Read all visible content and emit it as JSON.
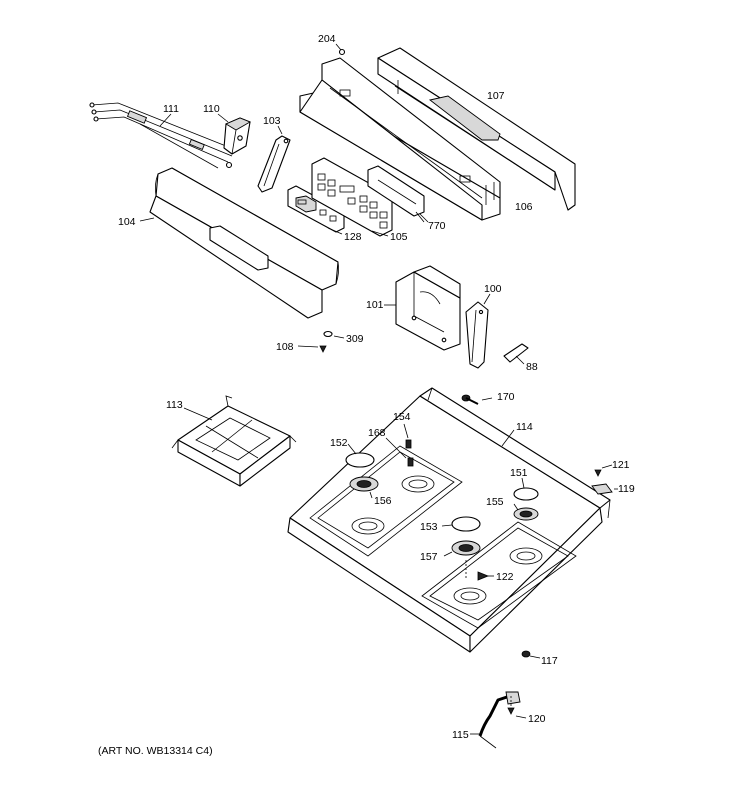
{
  "art_number": "(ART NO. WB13314 C4)",
  "labels": {
    "p204": "204",
    "p107": "107",
    "p111": "111",
    "p110": "110",
    "p103": "103",
    "p104": "104",
    "p128": "128",
    "p105": "105",
    "p770": "770",
    "p106": "106",
    "p101": "101",
    "p100": "100",
    "p88": "88",
    "p108": "108",
    "p309": "309",
    "p170": "170",
    "p113": "113",
    "p114": "114",
    "p154": "154",
    "p152": "152",
    "p168": "168",
    "p156": "156",
    "p151": "151",
    "p121": "121",
    "p155": "155",
    "p119": "119",
    "p153": "153",
    "p157": "157",
    "p122": "122",
    "p117": "117",
    "p120": "120",
    "p115": "115"
  }
}
